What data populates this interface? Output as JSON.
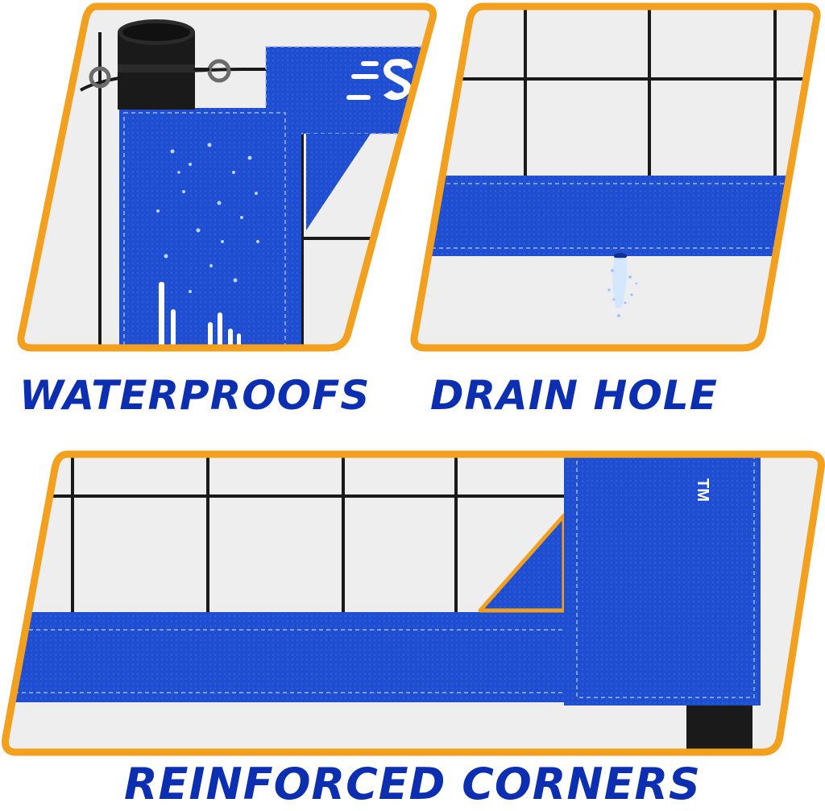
{
  "captions": {
    "waterproofs": "WATERPROOFS",
    "drain_hole": "DRAIN HOLE",
    "reinforced_corners": "REINFORCED CORNERS"
  },
  "trademark": "TM",
  "colors": {
    "frame_orange": "#f2a01e",
    "net_blue": "#1f4fd0",
    "net_blue_dark": "#1a3fae",
    "caption_blue": "#0b2fb0",
    "panel_bg": "#eeeeee",
    "pole_black": "#1a1a1a",
    "water": "#cfe6ff"
  },
  "icons": [
    "pole",
    "mesh-grid",
    "snap-hook",
    "drain-water-droplets",
    "reinforced-corner-triangle"
  ]
}
